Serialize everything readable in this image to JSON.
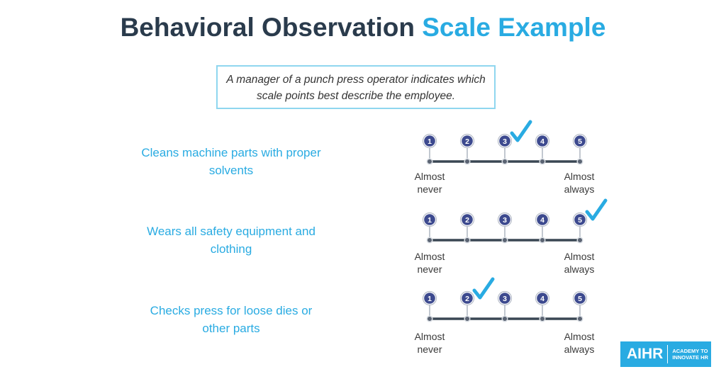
{
  "title": {
    "main": "Behavioral Observation",
    "accent": "Scale Example"
  },
  "description": "A manager of a punch press operator indicates which scale points best describe the employee.",
  "scale_points": [
    "1",
    "2",
    "3",
    "4",
    "5"
  ],
  "scales": [
    {
      "behavior": "Cleans machine parts with proper solvents",
      "low_label": "Almost never",
      "high_label": "Almost always",
      "selected": 3
    },
    {
      "behavior": "Wears all safety equipment and clothing",
      "low_label": "Almost never",
      "high_label": "Almost always",
      "selected": 5
    },
    {
      "behavior": "Checks press for loose dies or other parts",
      "low_label": "Almost never",
      "high_label": "Almost always",
      "selected": 2
    }
  ],
  "logo": {
    "text": "AIHR",
    "tagline_1": "ACADEMY TO",
    "tagline_2": "INNOVATE HR"
  },
  "colors": {
    "accent": "#29abe2",
    "dark": "#2a3b4c",
    "node": "#3d4a8f",
    "line": "#3a4754"
  }
}
